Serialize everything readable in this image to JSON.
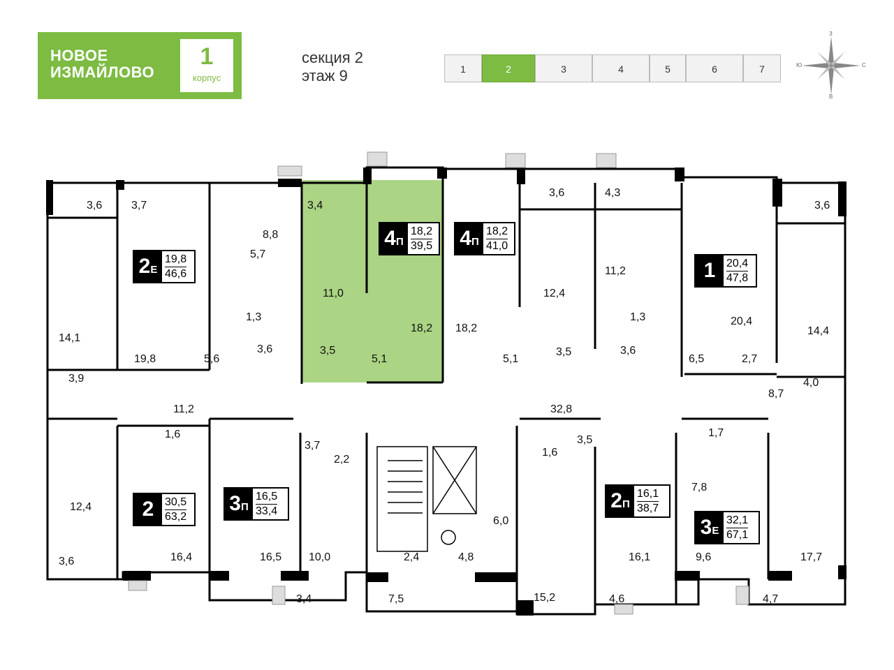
{
  "logo": {
    "line1": "новое",
    "line2": "измайлово",
    "korpus_number": "1",
    "korpus_label": "корпус"
  },
  "header": {
    "section": "секция 2",
    "floor": "этаж 9"
  },
  "section_nav": [
    {
      "label": "1",
      "active": false
    },
    {
      "label": "2",
      "active": true
    },
    {
      "label": "3",
      "active": false
    },
    {
      "label": "4",
      "active": false
    },
    {
      "label": "5",
      "active": false
    },
    {
      "label": "6",
      "active": false
    },
    {
      "label": "7",
      "active": false
    }
  ],
  "compass": {
    "n": "З",
    "e": "С",
    "s": "В",
    "w": "Ю"
  },
  "colors": {
    "accent": "#7dbb42",
    "wall": "#000000",
    "highlight": "#9ccc6e"
  },
  "apartments": [
    {
      "code": "2",
      "suffix": "Е",
      "living": "19,8",
      "total": "46,6"
    },
    {
      "code": "4",
      "suffix": "П",
      "living": "18,2",
      "total": "39,5",
      "highlighted": true
    },
    {
      "code": "4",
      "suffix": "П",
      "living": "18,2",
      "total": "41,0"
    },
    {
      "code": "1",
      "suffix": "",
      "living": "20,4",
      "total": "47,8"
    },
    {
      "code": "2",
      "suffix": "",
      "living": "30,5",
      "total": "63,2"
    },
    {
      "code": "3",
      "suffix": "П",
      "living": "16,5",
      "total": "33,4"
    },
    {
      "code": "2",
      "suffix": "П",
      "living": "16,1",
      "total": "38,7"
    },
    {
      "code": "3",
      "suffix": "Е",
      "living": "32,1",
      "total": "67,1"
    }
  ],
  "room_areas": [
    "3,6",
    "3,7",
    "3,4",
    "8,8",
    "5,7",
    "11,0",
    "1,3",
    "3,6",
    "3,5",
    "5,6",
    "19,8",
    "14,1",
    "3,9",
    "18,2",
    "5,1",
    "18,2",
    "5,1",
    "3,6",
    "4,3",
    "12,4",
    "11,2",
    "1,3",
    "3,5",
    "3,6",
    "20,4",
    "3,6",
    "14,4",
    "6,5",
    "2,7",
    "4,0",
    "8,7",
    "11,2",
    "1,6",
    "32,8",
    "3,7",
    "2,2",
    "3,5",
    "1,6",
    "1,7",
    "7,8",
    "12,4",
    "6,0",
    "3,6",
    "16,4",
    "16,5",
    "10,0",
    "2,4",
    "4,8",
    "16,1",
    "9,6",
    "17,7",
    "3,4",
    "7,5",
    "15,2",
    "4,6",
    "4,7"
  ]
}
